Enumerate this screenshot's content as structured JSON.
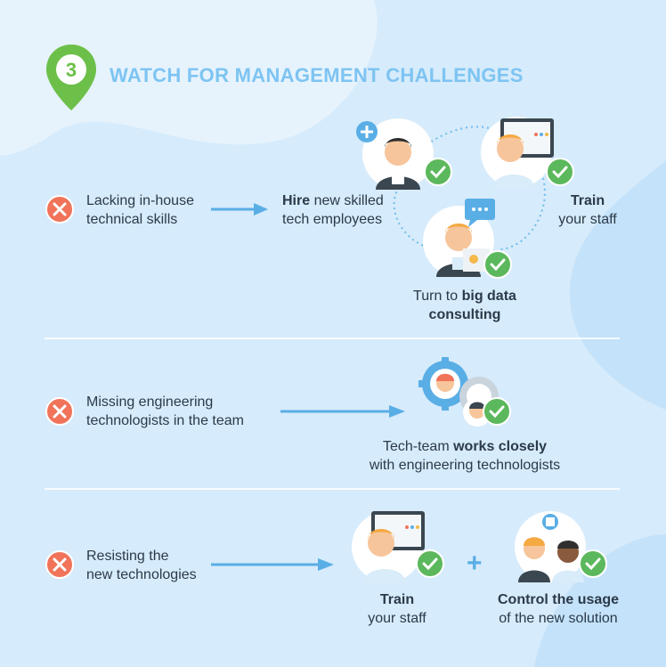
{
  "header": {
    "step_number": "3",
    "title": "WATCH FOR MANAGEMENT CHALLENGES"
  },
  "rows": [
    {
      "problem": [
        "Lacking in-house",
        "technical skills"
      ],
      "solutions": [
        {
          "bold": "Hire",
          "rest_line1": " new skilled",
          "line2": "tech employees"
        },
        {
          "bold": "Train",
          "line2": "your staff"
        },
        {
          "pre": "Turn to ",
          "bold": "big data",
          "line2_bold": "consulting"
        }
      ]
    },
    {
      "problem": [
        "Missing engineering",
        "technologists in the team"
      ],
      "solutions": [
        {
          "pre": "Tech-team ",
          "bold": "works closely",
          "line2": "with engineering technologists"
        }
      ]
    },
    {
      "problem": [
        "Resisting the",
        "new technologies"
      ],
      "solutions": [
        {
          "bold": "Train",
          "line2": "your staff"
        },
        {
          "bold": "Control the usage",
          "line2": "of the new solution"
        }
      ],
      "plus": "+"
    }
  ],
  "colors": {
    "background": "#d6ebfb",
    "accent_blue": "#7dc4f2",
    "pin_green": "#6cc04a",
    "x_red": "#f0735a",
    "check_green": "#5cb85c",
    "text": "#2b3a4a"
  }
}
